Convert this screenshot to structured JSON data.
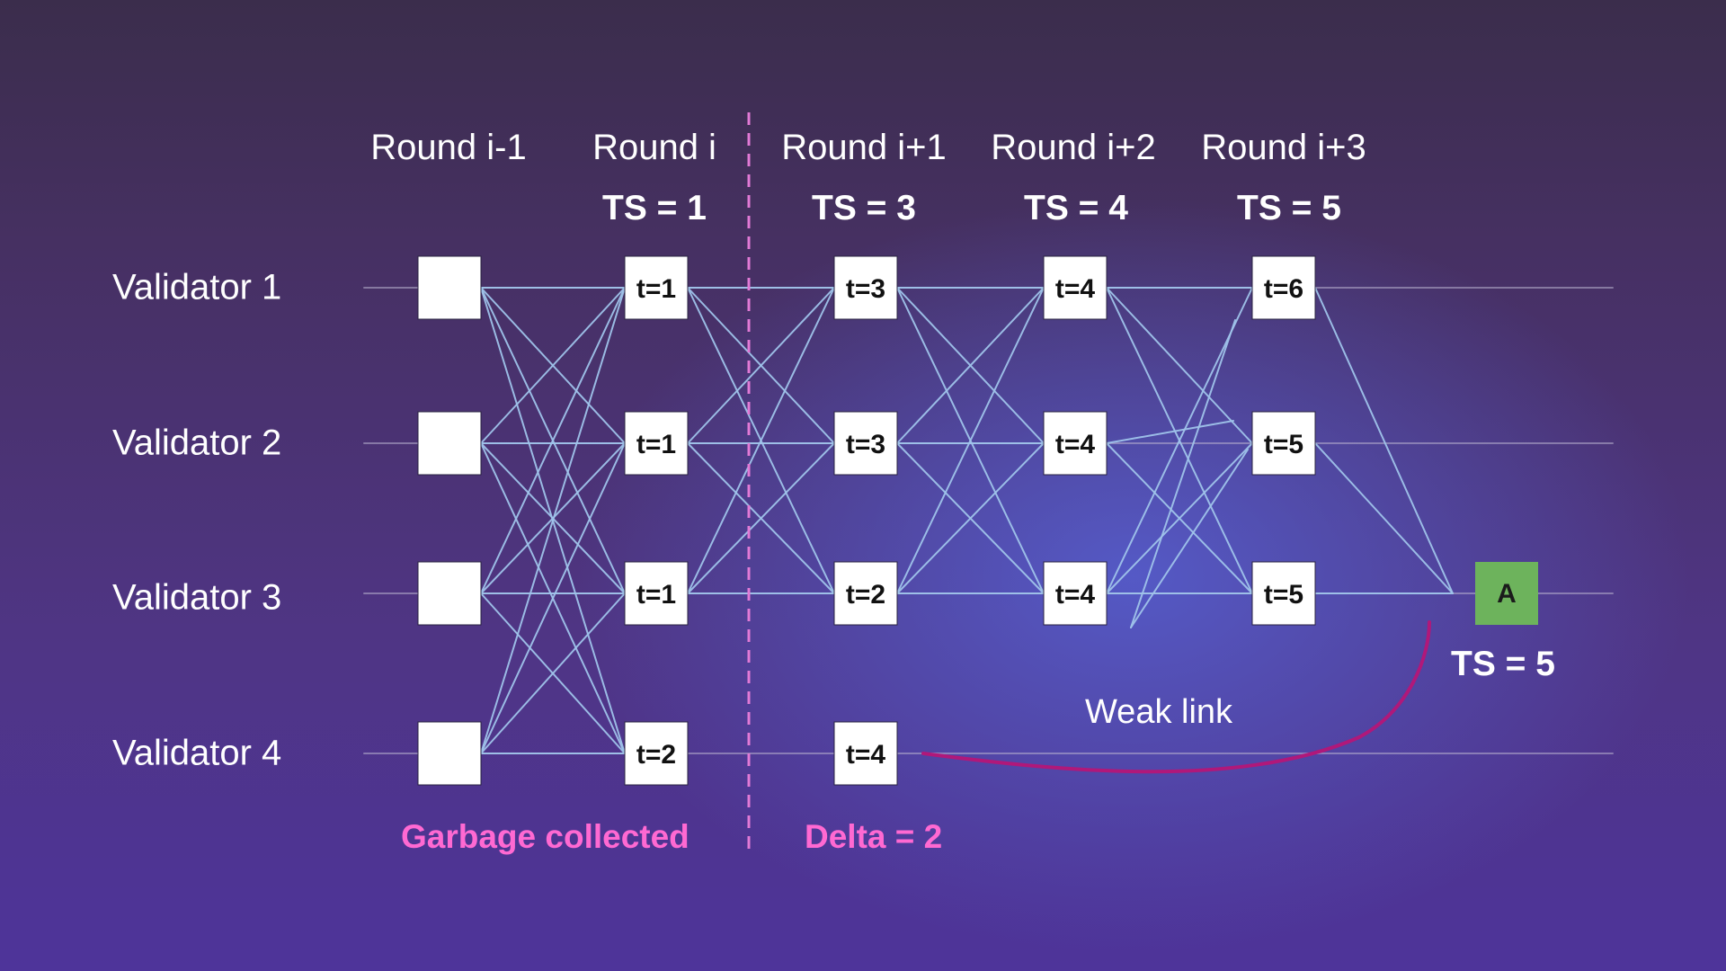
{
  "rounds": [
    {
      "label": "Round i-1",
      "ts": ""
    },
    {
      "label": "Round i",
      "ts": "TS = 1"
    },
    {
      "label": "Round i+1",
      "ts": "TS = 3"
    },
    {
      "label": "Round i+2",
      "ts": "TS = 4"
    },
    {
      "label": "Round i+3",
      "ts": "TS = 5"
    }
  ],
  "validators": [
    "Validator 1",
    "Validator 2",
    "Validator 3",
    "Validator 4"
  ],
  "blocks": [
    [
      "",
      "t=1",
      "t=3",
      "t=4",
      "t=6"
    ],
    [
      "",
      "t=1",
      "t=3",
      "t=4",
      "t=5"
    ],
    [
      "",
      "t=1",
      "t=2",
      "t=4",
      "t=5"
    ],
    [
      "",
      "t=2",
      "t=4",
      "",
      ""
    ]
  ],
  "anchor": {
    "label": "A",
    "ts": "TS = 5",
    "color": "#6db35c"
  },
  "annotations": {
    "garbage_collected": "Garbage collected",
    "delta": "Delta = 2",
    "weak_link": "Weak link"
  },
  "colors": {
    "edge": "#9fc3ea",
    "weak_link": "#b0187a",
    "divider": "#e27ad6",
    "annotation": "#ff69d2"
  }
}
